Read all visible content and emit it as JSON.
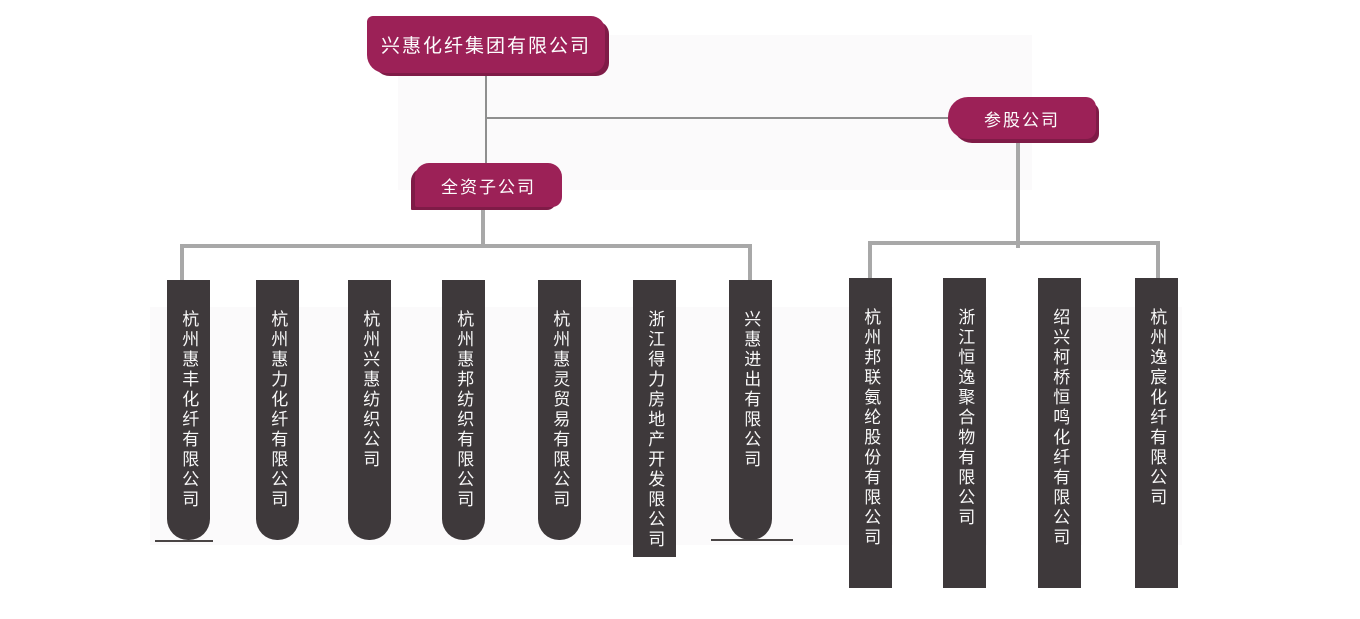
{
  "root": {
    "label": "兴惠化纤集团有限公司"
  },
  "groups": {
    "wholly_owned": {
      "label": "全资子公司",
      "companies": [
        "杭州惠丰化纤有限公司",
        "杭州惠力化纤有限公司",
        "杭州兴惠纺织公司",
        "杭州惠邦纺织有限公司",
        "杭州惠灵贸易有限公司",
        "浙江得力房地产开发限公司",
        "兴惠进出有限公司"
      ]
    },
    "shareholding": {
      "label": "参股公司",
      "companies": [
        "杭州邦联氨纶股份有限公司",
        "浙江恒逸聚合物有限公司",
        "绍兴柯桥恒鸣化纤有限公司",
        "杭州逸宸化纤有限公司"
      ]
    }
  },
  "colors": {
    "accent": "#9c2157",
    "accent_shadow": "#7f1b47",
    "bar": "#3e393b",
    "connector": "#a8a8a8",
    "connector_thin": "#8f8f8f",
    "underline": "#4a4545"
  }
}
